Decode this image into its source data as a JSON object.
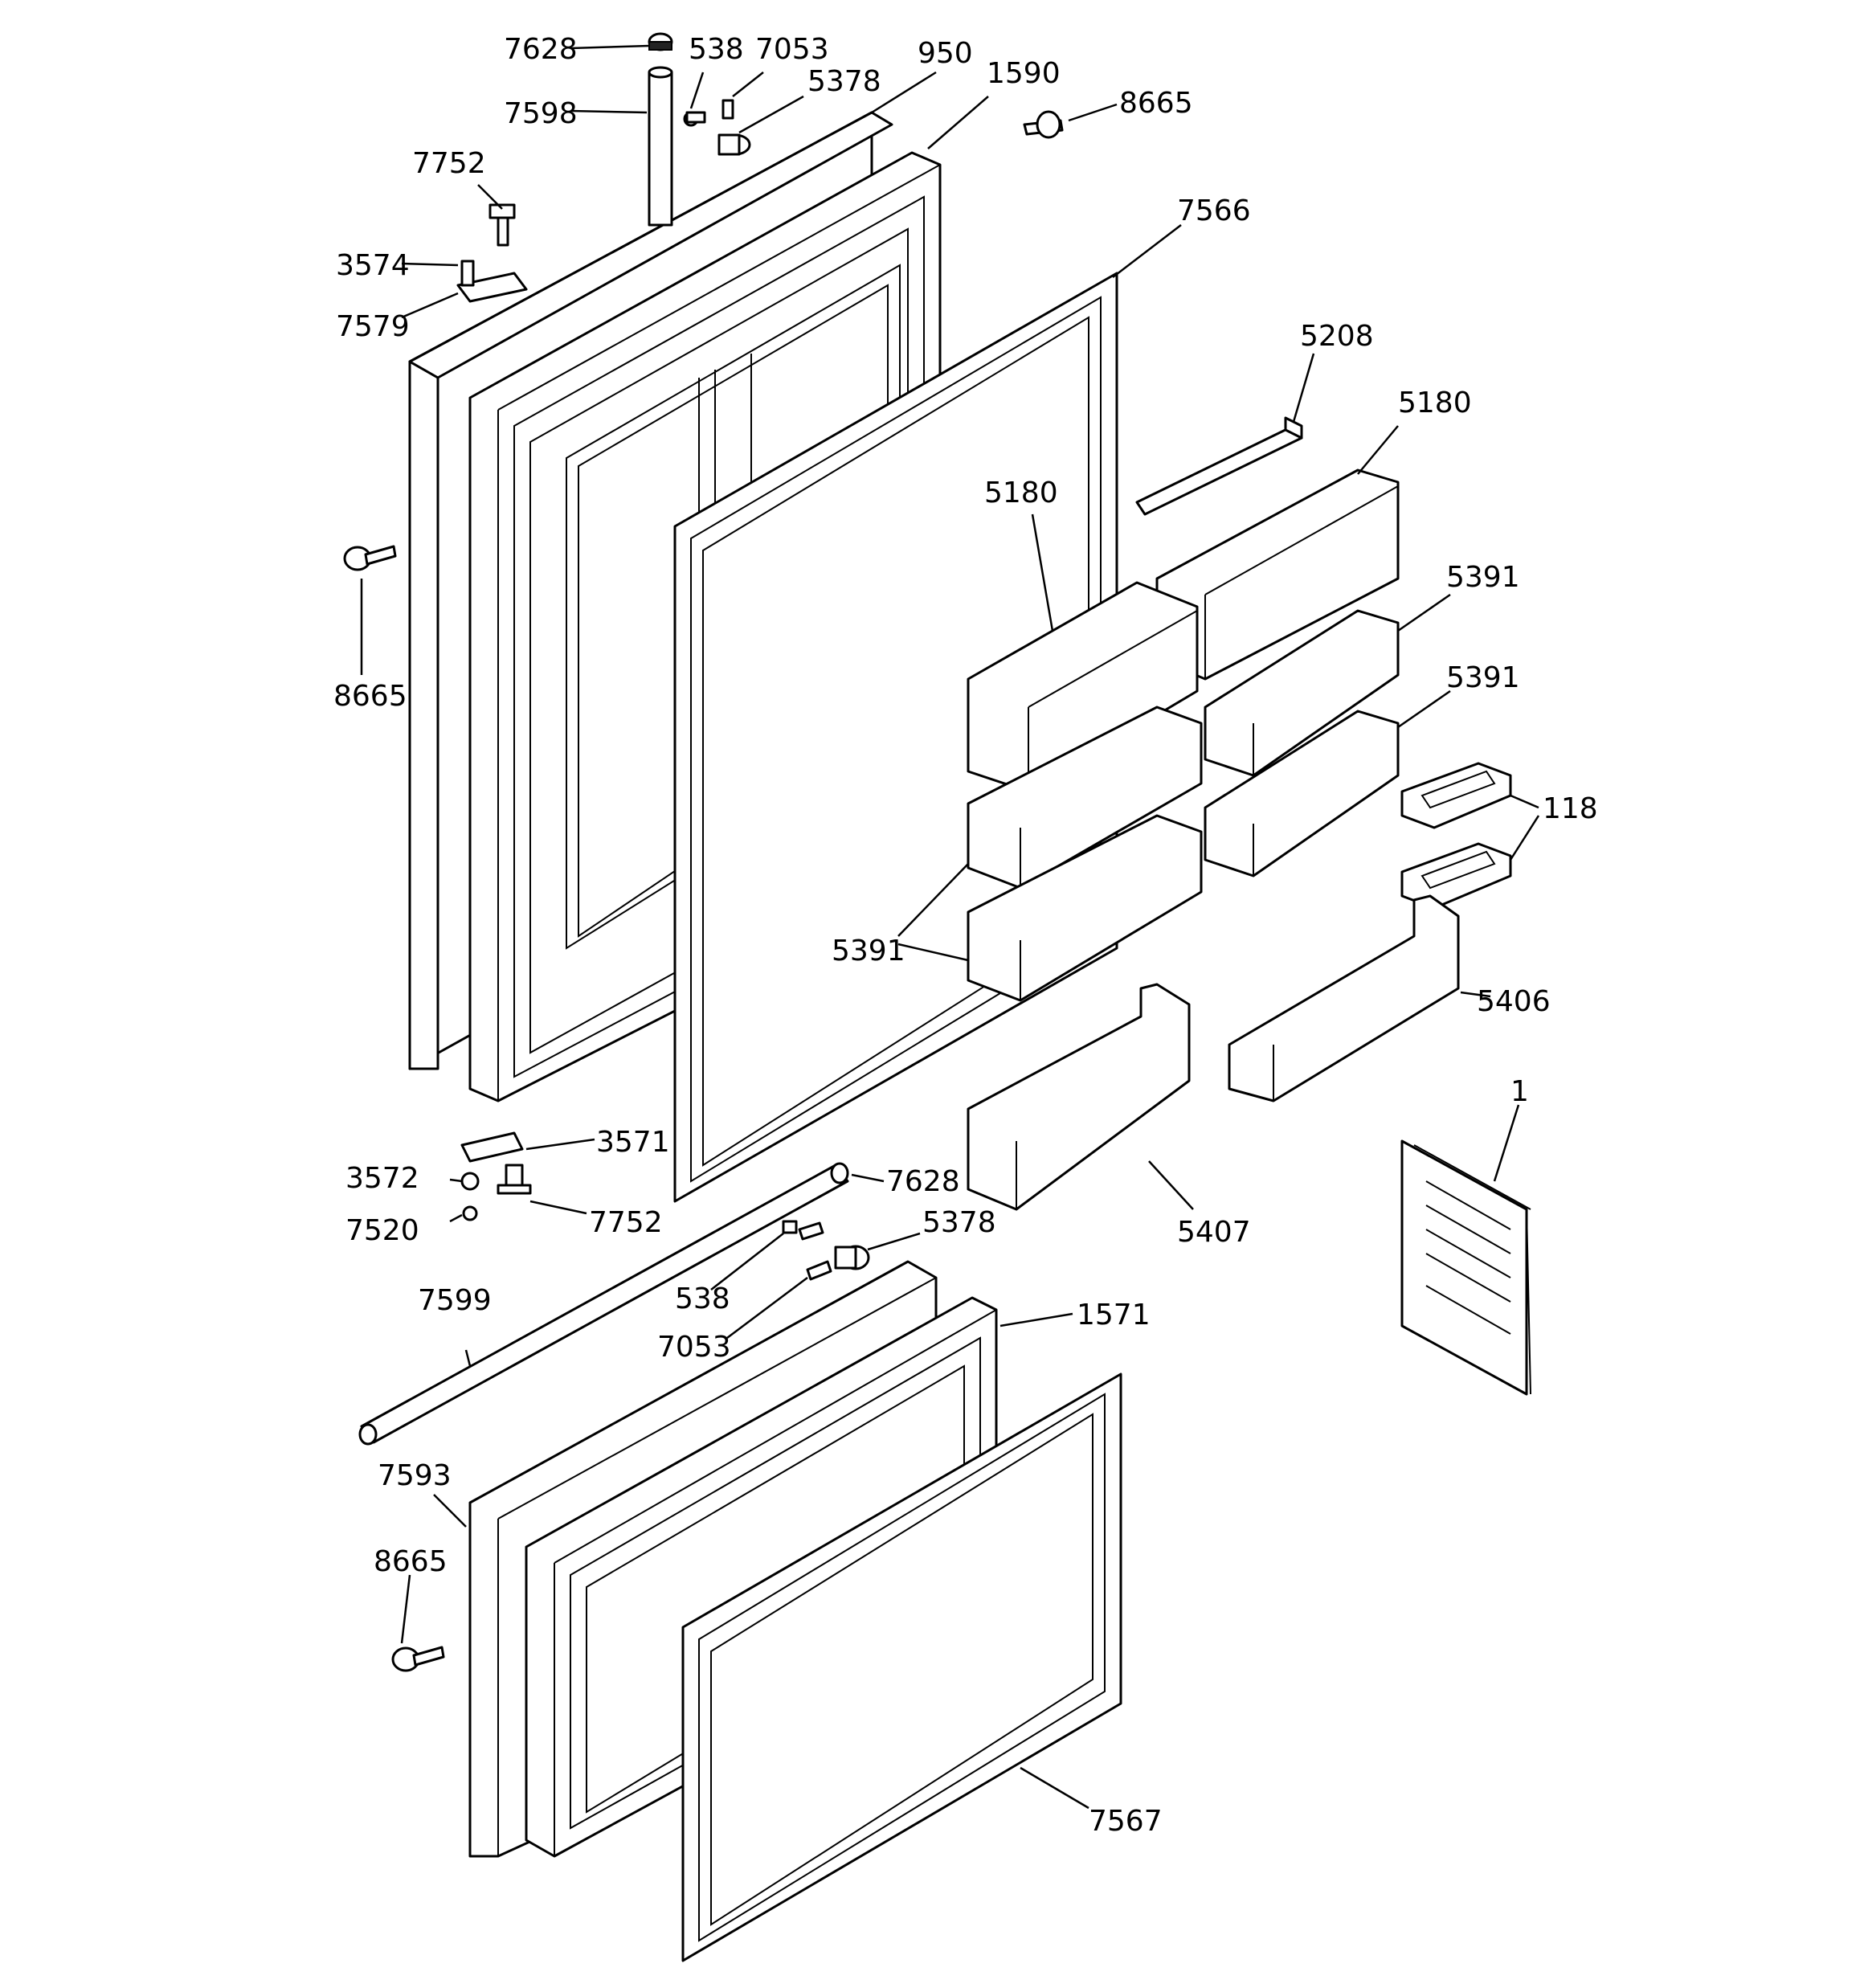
{
  "callouts": [
    {
      "id": "7628-top",
      "text": "7628"
    },
    {
      "id": "538-top",
      "text": "538"
    },
    {
      "id": "7053-top",
      "text": "7053"
    },
    {
      "id": "950",
      "text": "950"
    },
    {
      "id": "1590",
      "text": "1590"
    },
    {
      "id": "7598",
      "text": "7598"
    },
    {
      "id": "5378-top",
      "text": "5378"
    },
    {
      "id": "8665-top",
      "text": "8665"
    },
    {
      "id": "7752-top",
      "text": "7752"
    },
    {
      "id": "3574",
      "text": "3574"
    },
    {
      "id": "7579",
      "text": "7579"
    },
    {
      "id": "7566",
      "text": "7566"
    },
    {
      "id": "5208",
      "text": "5208"
    },
    {
      "id": "5180-right",
      "text": "5180"
    },
    {
      "id": "5180-left",
      "text": "5180"
    },
    {
      "id": "8665-left",
      "text": "8665"
    },
    {
      "id": "5391-a",
      "text": "5391"
    },
    {
      "id": "5391-b",
      "text": "5391"
    },
    {
      "id": "118",
      "text": "118"
    },
    {
      "id": "5391-c",
      "text": "5391"
    },
    {
      "id": "5406",
      "text": "5406"
    },
    {
      "id": "1",
      "text": "1"
    },
    {
      "id": "3571",
      "text": "3571"
    },
    {
      "id": "3572",
      "text": "3572"
    },
    {
      "id": "7628-bottom",
      "text": "7628"
    },
    {
      "id": "7752-bottom",
      "text": "7752"
    },
    {
      "id": "7520",
      "text": "7520"
    },
    {
      "id": "5378-bottom",
      "text": "5378"
    },
    {
      "id": "5407",
      "text": "5407"
    },
    {
      "id": "538-bottom",
      "text": "538"
    },
    {
      "id": "7599",
      "text": "7599"
    },
    {
      "id": "1571",
      "text": "1571"
    },
    {
      "id": "7053-bottom",
      "text": "7053"
    },
    {
      "id": "7593",
      "text": "7593"
    },
    {
      "id": "8665-bottom",
      "text": "8665"
    },
    {
      "id": "7567",
      "text": "7567"
    }
  ]
}
